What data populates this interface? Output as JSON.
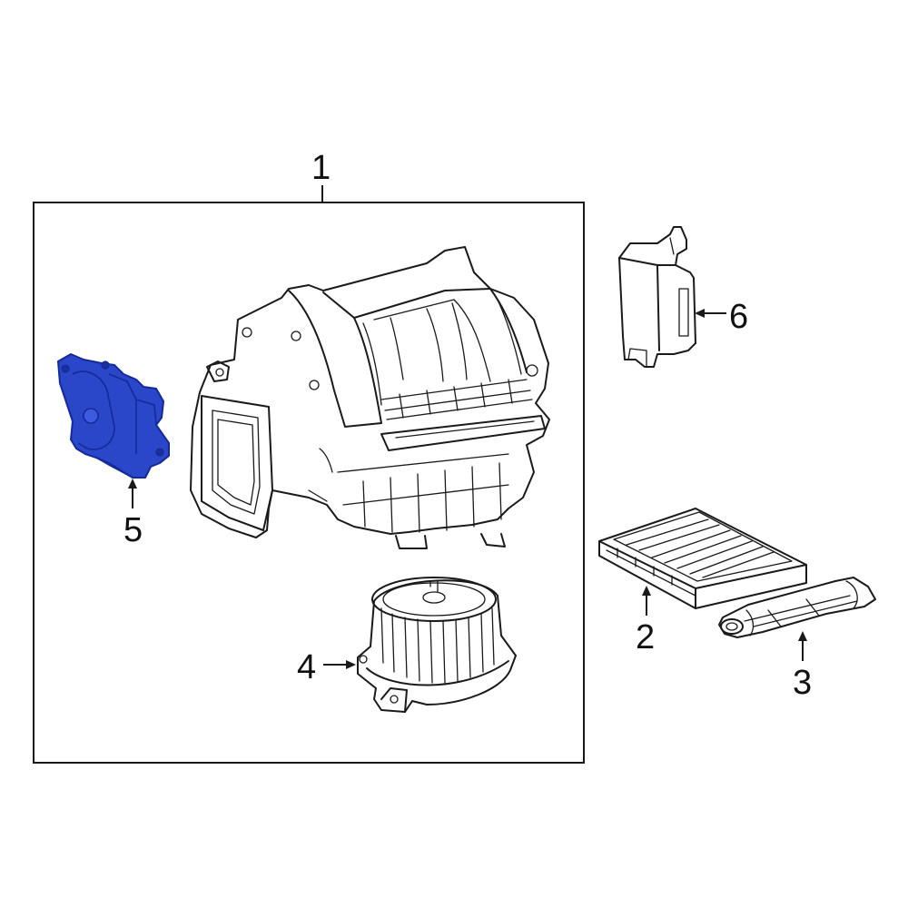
{
  "callouts": {
    "c1": "1",
    "c2": "2",
    "c3": "3",
    "c4": "4",
    "c5": "5",
    "c6": "6"
  },
  "colors": {
    "highlight": "#2a46c9",
    "highlight_dark": "#142a99",
    "line": "#1a1a1a",
    "background": "#ffffff"
  }
}
